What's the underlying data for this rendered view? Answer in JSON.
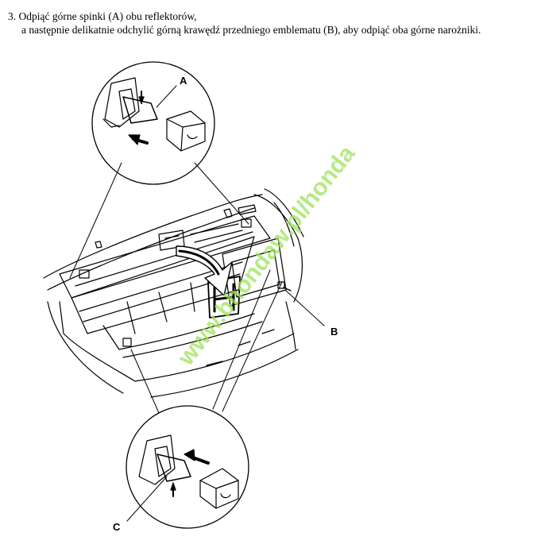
{
  "instructions": {
    "line1": "3. Odpiąć górne spinki (A) obu reflektorów,",
    "line2": "a następnie delikatnie odchylić górną krawędź przedniego emblematu (B),  aby odpiąć oba górne narożniki."
  },
  "figure": {
    "callouts": {
      "a": "A",
      "b": "B",
      "c": "C"
    },
    "watermark": "www.bhondaw.pl/honda"
  }
}
